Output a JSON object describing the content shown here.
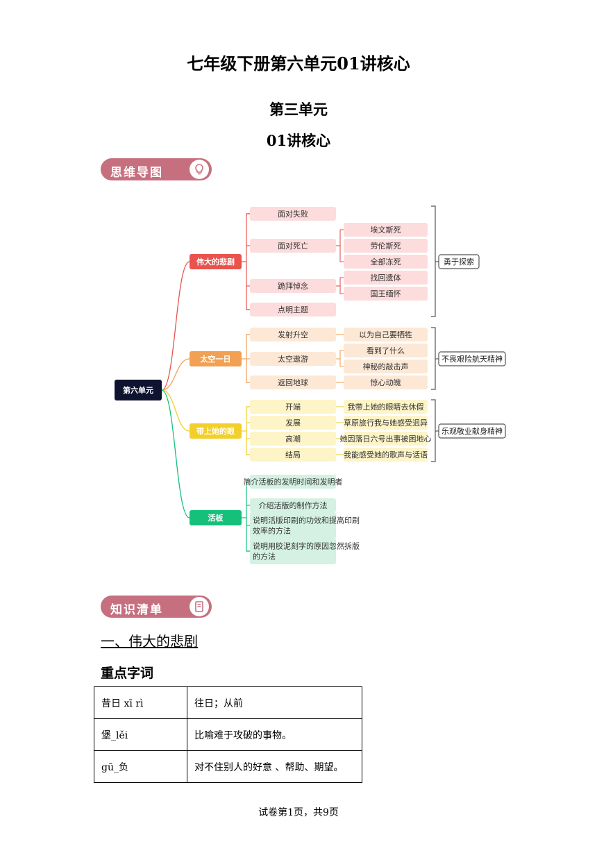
{
  "doc": {
    "title": "七年级下册第六单元01讲核心",
    "subtitle1": "第三单元",
    "subtitle2": "01讲核心",
    "banner1": "思维导图",
    "banner2": "知识清单",
    "section_title": "一、伟大的悲剧",
    "subsection_title": "重点字词",
    "footer": "试卷第1页，共9页"
  },
  "mindmap": {
    "root": "第六单元",
    "branches": [
      {
        "label": "伟大的悲剧",
        "color": "#e8534e",
        "light": "#fcdcdc",
        "items": [
          {
            "label": "面对失败",
            "subs": []
          },
          {
            "label": "面对死亡",
            "subs": [
              "埃文斯死",
              "劳伦斯死",
              "全部冻死"
            ]
          },
          {
            "label": "跪拜悼念",
            "subs": [
              "找回遗体",
              "国王缅怀"
            ]
          },
          {
            "label": "点明主题",
            "subs": []
          }
        ],
        "summary": "勇于探索"
      },
      {
        "label": "太空一日",
        "color": "#f2a054",
        "light": "#fde8d6",
        "items": [
          {
            "label": "发射升空",
            "subs": [
              "以为自己要牺牲"
            ]
          },
          {
            "label": "太空遨游",
            "subs": [
              "看到了什么",
              "神秘的敲击声"
            ]
          },
          {
            "label": "返回地球",
            "subs": [
              "惊心动魄"
            ]
          }
        ],
        "summary": "不畏艰险航天精神"
      },
      {
        "label": "带上她的眼",
        "color": "#f2cf2a",
        "light": "#fdf4c8",
        "items": [
          {
            "label": "开端",
            "subs": [
              "我带上她的眼睛去休假"
            ]
          },
          {
            "label": "发展",
            "subs": [
              "草原旅行我与她感受迥异"
            ]
          },
          {
            "label": "高潮",
            "subs": [
              "她因落日六号出事被困地心"
            ]
          },
          {
            "label": "结局",
            "subs": [
              "我能感受她的歌声与话语"
            ]
          }
        ],
        "summary": "乐观敬业献身精神"
      },
      {
        "label": "活板",
        "color": "#14c07a",
        "light": "#d4f1e3",
        "items": [
          {
            "label": "简介活板的发明时间和发明者",
            "subs": []
          },
          {
            "label": "介绍活版的制作方法",
            "subs": []
          },
          {
            "label": "说明活版印刷的功效和提高印刷效率的方法",
            "subs": []
          },
          {
            "label": "说明用胶泥刻字的原因忽然拆版的方法",
            "subs": []
          }
        ],
        "summary": ""
      }
    ]
  },
  "vocab": [
    {
      "word": "昔日 xī rì",
      "meaning": "往日；从前"
    },
    {
      "word": "堡_lěi",
      "meaning": "比喻难于攻破的事物。"
    },
    {
      "word": "gū_负",
      "meaning": "对不住别人的好意 、帮助、期望。"
    }
  ]
}
